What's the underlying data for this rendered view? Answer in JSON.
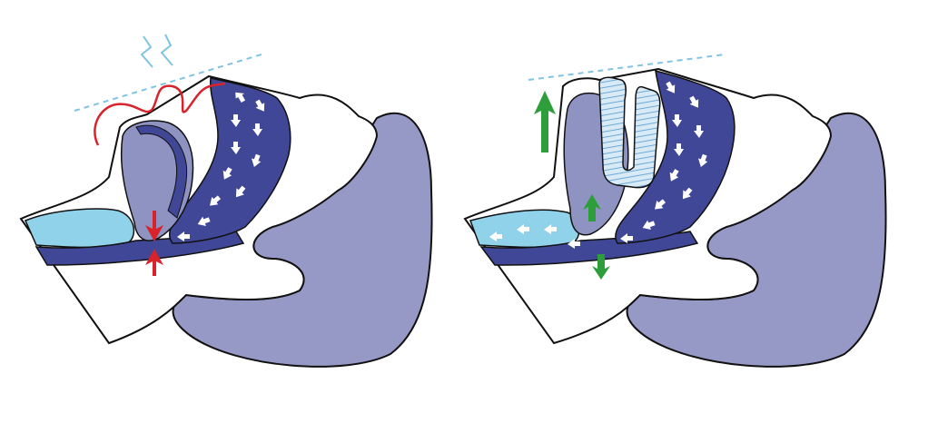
{
  "diagram": {
    "panels": [
      {
        "id": "without-device",
        "state": "airway-obstructed"
      },
      {
        "id": "with-device",
        "state": "airway-open"
      }
    ]
  },
  "colors": {
    "outline": "#111111",
    "skin": "#ffffff",
    "airway_dark": "#3f4796",
    "tongue": "#8f93c2",
    "neck": "#9698c6",
    "saliva": "#8fd2ea",
    "snore_red": "#d8232a",
    "green_arrow": "#2e9e3a",
    "dashed_line": "#7fc4e3",
    "device": "#d9eaf7",
    "device_stripe": "#6aa9d6"
  }
}
